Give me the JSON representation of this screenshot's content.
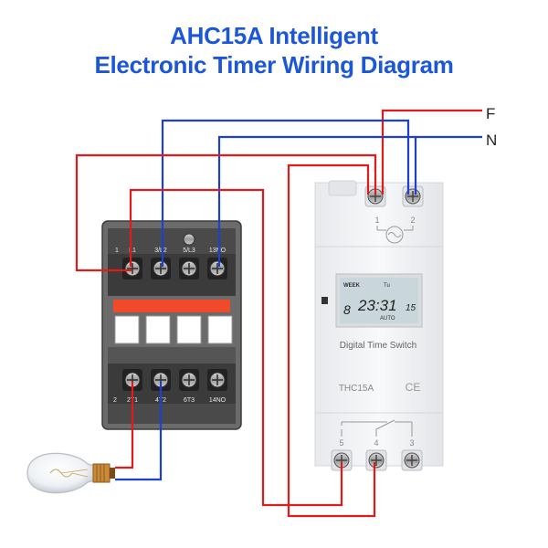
{
  "title": {
    "line1": "AHC15A Intelligent",
    "line2": "Electronic Timer Wiring Diagram"
  },
  "terminals": {
    "F": "F",
    "N": "N"
  },
  "contactor": {
    "top_labels": [
      "L1",
      "3/L2",
      "5/L3",
      "13NO"
    ],
    "top_numbers": [
      "1",
      "3",
      "5",
      "13"
    ],
    "bottom_labels": [
      "2T1",
      "4T2",
      "6T3",
      "14NO"
    ],
    "bottom_numbers": [
      "2",
      "4",
      "6",
      "14"
    ]
  },
  "timer": {
    "terminal_top_1": "1",
    "terminal_top_2": "2",
    "display_week": "WEEK",
    "display_mode": "Tu",
    "display_time": "23:31",
    "display_seconds": "15",
    "display_auto": "AUTO",
    "display_digit": "8",
    "name": "Digital Time Switch",
    "model": "THC15A",
    "ce_mark": "CE",
    "terminal_5": "5",
    "terminal_4": "4",
    "terminal_3": "3"
  },
  "colors": {
    "title": "#1c57d8",
    "live_wire": "#e11a1a",
    "neutral_wire": "#1f3fd0",
    "contactor_body": "#6e6e6e",
    "contactor_band": "#f04a2a",
    "timer_body": "#f4f5f7",
    "lcd": "#c9d6dc"
  }
}
